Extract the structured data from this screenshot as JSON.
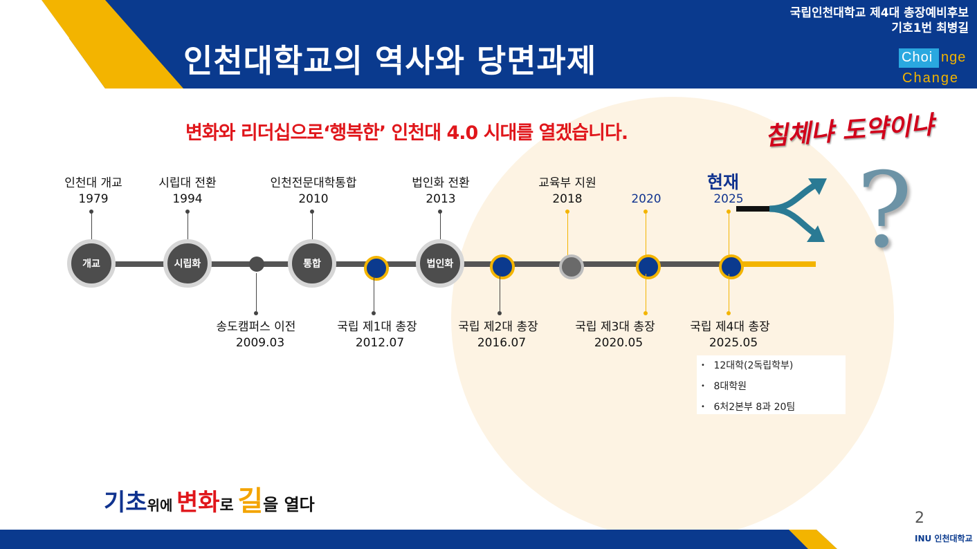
{
  "header": {
    "title": "인천대학교의 역사와 당면과제",
    "candidate_line1": "국립인천대학교 제4대 총장예비후보",
    "candidate_line2": "기호1번 최병길",
    "logo": {
      "choi": "Choi",
      "nge": "nge",
      "change": "Change"
    }
  },
  "subtitle": "변화와 리더십으로‘행복한’ 인천대 4.0 시대를 열겠습니다.",
  "handwritten_slogan": "침체냐 도약이냐",
  "question_mark": "?",
  "now_label": "현재",
  "timeline": {
    "top": [
      {
        "label": "인천대 개교",
        "year": "1979"
      },
      {
        "label": "시립대 전환",
        "year": "1994"
      },
      {
        "label": "인천전문대학통합",
        "year": "2010"
      },
      {
        "label": "법인화 전환",
        "year": "2013"
      },
      {
        "label": "교육부 지원",
        "year": "2018"
      },
      {
        "label": "",
        "year": "2020"
      },
      {
        "label": "",
        "year": "2025"
      }
    ],
    "nodes": [
      "개교",
      "시립화",
      "통합",
      "법인화"
    ],
    "bottom": [
      {
        "label": "송도캠퍼스 이전",
        "date": "2009.03"
      },
      {
        "label": "국립 제1대 총장",
        "date": "2012.07"
      },
      {
        "label": "국립 제2대 총장",
        "date": "2016.07"
      },
      {
        "label": "국립 제3대 총장",
        "date": "2020.05"
      },
      {
        "label": "국립 제4대 총장",
        "date": "2025.05"
      }
    ]
  },
  "info_items": [
    "12대학(2독립학부)",
    "8대학원",
    "6처2본부 8과 20팀"
  ],
  "motto": {
    "part1": "기초",
    "part2": "위에",
    "part3": "변화",
    "part4": "로",
    "part5": "길",
    "part6": "을 열다"
  },
  "page_number": "2",
  "footer_logo_text": "INU 인천대학교",
  "colors": {
    "navy": "#0a3a8e",
    "yellow": "#f3b400",
    "red": "#e0161b",
    "gray": "#4d4d4d",
    "teal": "#2a7a94"
  }
}
